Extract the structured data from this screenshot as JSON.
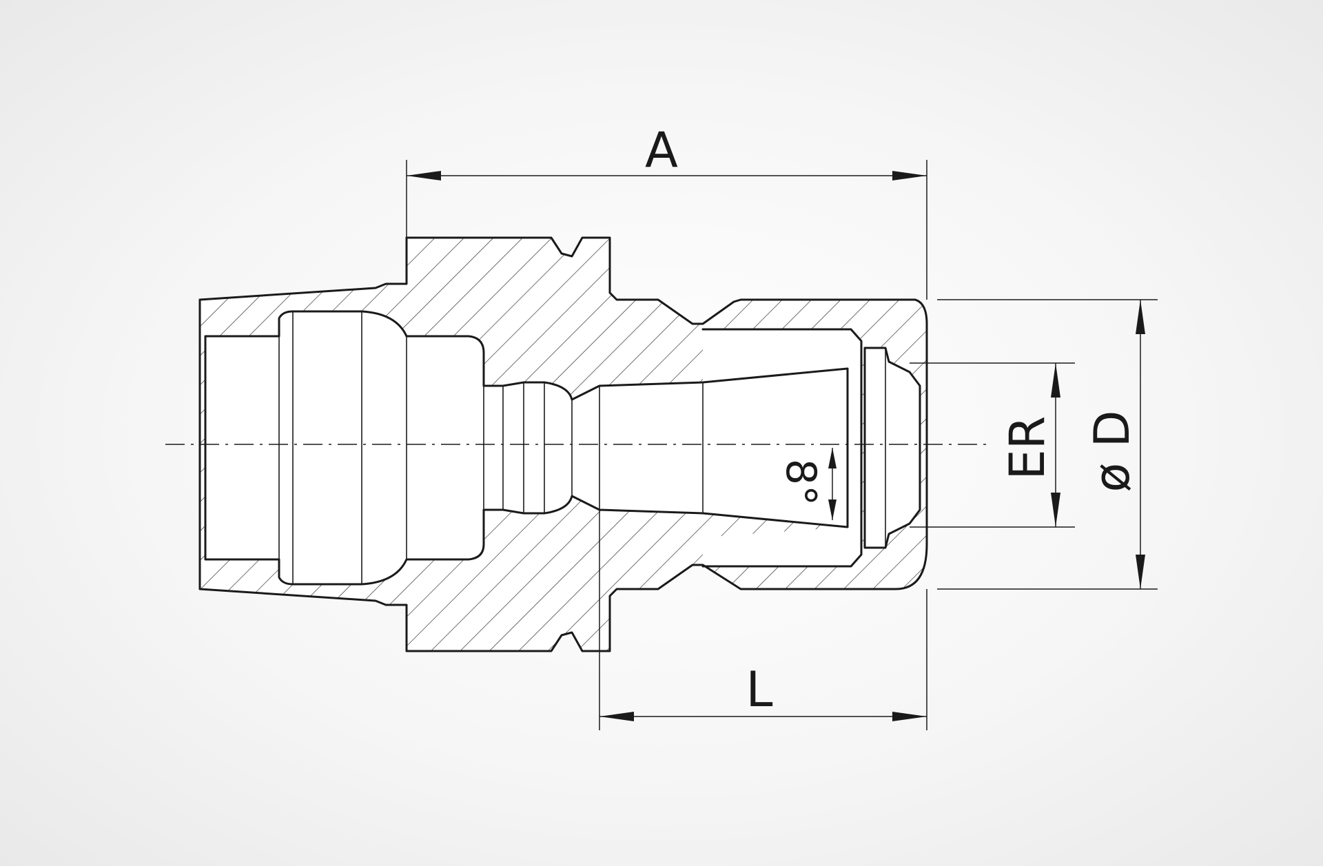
{
  "labels": {
    "overall_length": "A",
    "projection_length": "L",
    "collet_size": "ER",
    "outer_diameter": "ø D",
    "taper_angle": "8°"
  },
  "colors": {
    "line": "#1a1a1a",
    "hatch": "#333333",
    "background": "#f2f2f2"
  }
}
